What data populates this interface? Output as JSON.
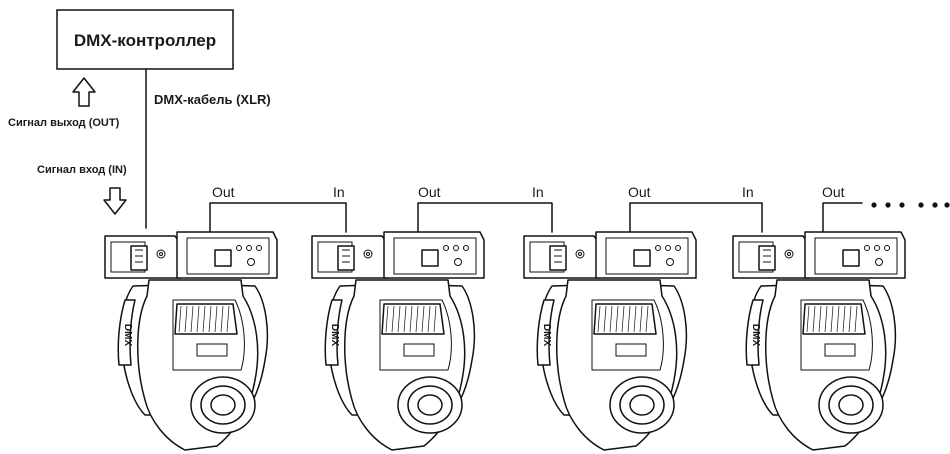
{
  "controller": {
    "label": "DMX-контроллер"
  },
  "cable": {
    "label": "DMX-кабель (XLR)"
  },
  "signal_out": {
    "label": "Сигнал выход (OUT)"
  },
  "signal_in": {
    "label": "Сигнал вход (IN)"
  },
  "fixtures": [
    {
      "out_label": "Out",
      "in_label": ""
    },
    {
      "out_label": "Out",
      "in_label": "In"
    },
    {
      "out_label": "Out",
      "in_label": "In"
    },
    {
      "out_label": "Out",
      "in_label": "In"
    }
  ],
  "fixture_logo": "DMX"
}
